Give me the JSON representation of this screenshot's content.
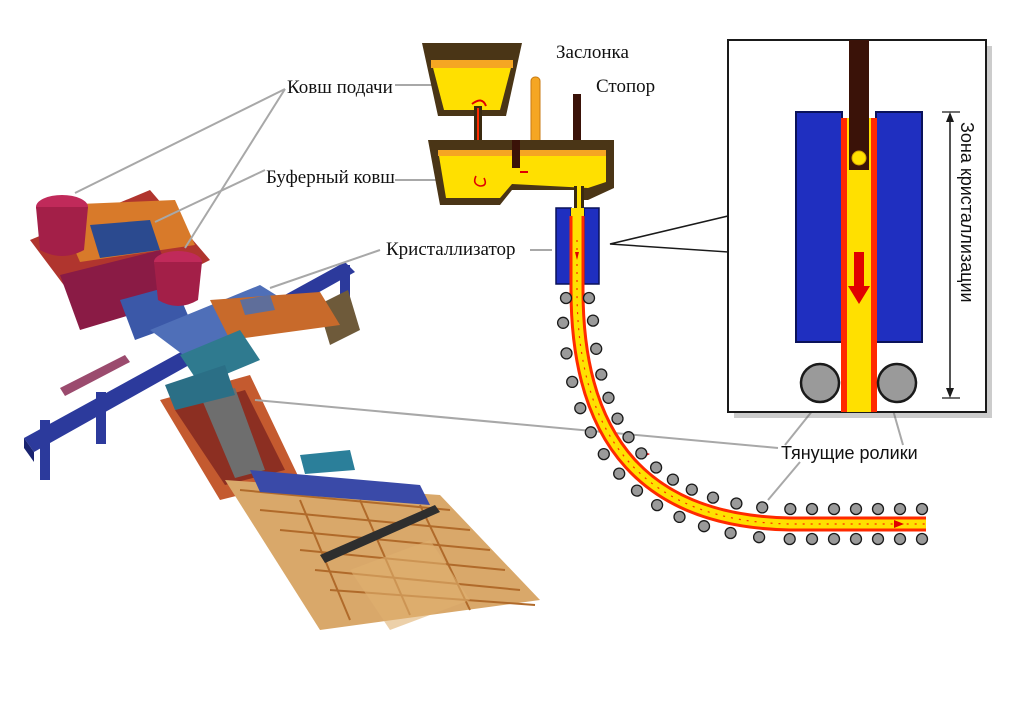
{
  "labels": {
    "feed_ladle": "Ковш подачи",
    "damper": "Заслонка",
    "stopper": "Стопор",
    "tundish": "Буферный ковш",
    "mold": "Кристаллизатор",
    "crystallization_zone": "Зона кристаллизации",
    "pinch_rolls": "Тянущие ролики"
  },
  "colors": {
    "steel_core": "#ffe000",
    "steel_shell": "#ff2a00",
    "mold_blue": "#1f2fc0",
    "ladle_wall": "#4a3516",
    "stopper_rod": "#3a1208",
    "damper_gate": "#f5a623",
    "roller_gray": "#9a9a9a",
    "arrow_red": "#e00000"
  }
}
